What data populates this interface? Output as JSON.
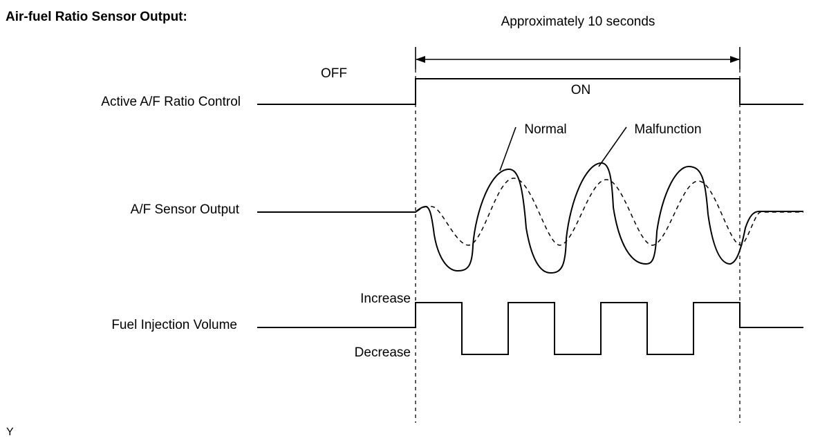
{
  "title": "Air-fuel Ratio Sensor Output:",
  "duration_label": "Approximately 10 seconds",
  "signals": {
    "active_af": {
      "label": "Active A/F Ratio Control",
      "off_label": "OFF",
      "on_label": "ON"
    },
    "af_sensor": {
      "label": "A/F Sensor Output",
      "normal_label": "Normal",
      "malfunction_label": "Malfunction"
    },
    "fuel_injection": {
      "label": "Fuel Injection Volume",
      "increase_label": "Increase",
      "decrease_label": "Decrease"
    }
  },
  "footer_mark": "Y"
}
